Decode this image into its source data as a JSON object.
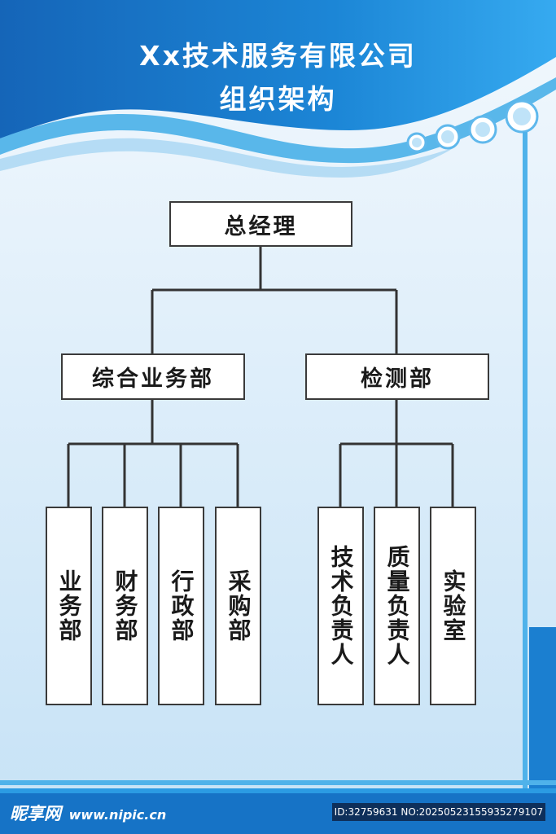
{
  "header": {
    "title_line1": "Xx技术服务有限公司",
    "title_line2": "组织架构"
  },
  "org": {
    "root": "总经理",
    "branch_left": {
      "label": "综合业务部",
      "children": [
        "业务部",
        "财务部",
        "行政部",
        "采购部"
      ]
    },
    "branch_right": {
      "label": "检测部",
      "children": [
        "技术负责人",
        "质量负责人",
        "实验室"
      ]
    }
  },
  "watermark": {
    "brand": "昵享网",
    "url": "www.nipic.cn",
    "id_text": "ID:32759631 NO:20250523155935279107"
  },
  "colors": {
    "header_blue": "#1677c8",
    "accent_cyan": "#2aa8e8",
    "background_light": "#e6f1fb",
    "line": "#333333"
  }
}
